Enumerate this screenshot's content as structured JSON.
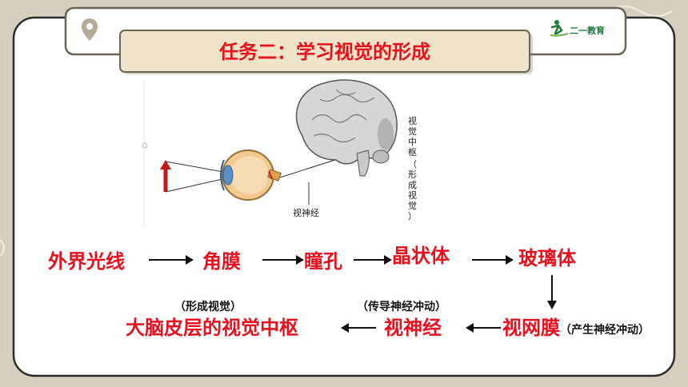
{
  "title": "任务二：学习视觉的形成",
  "logo": {
    "text": "二一教育",
    "icon": "runner-icon"
  },
  "pin_icon": "location-pin-icon",
  "figure": {
    "labels": {
      "optic_nerve": "视神经",
      "visual_center": [
        "视",
        "觉",
        "中",
        "枢",
        "（",
        "形",
        "成",
        "视",
        "觉",
        "）"
      ]
    }
  },
  "flow": {
    "waijie": "外界光线",
    "jiaomo": "角膜",
    "tongkong": "瞳孔",
    "jingzhuangti": "晶状体",
    "bolițiti": "玻璃体",
    "shiwangmo": "视网膜",
    "shishenjing": "视神经",
    "danao": "大脑皮层的视觉中枢"
  },
  "notes": {
    "chansheng": "（产生神经冲动）",
    "chuandao": "（传导神经冲动）",
    "xingcheng": "（形成视觉）"
  },
  "colors": {
    "accent_red": "#e8101c",
    "title_bar": "#efe4c9",
    "title_border": "#6b6454",
    "logo_green": "#1e7b3a"
  }
}
